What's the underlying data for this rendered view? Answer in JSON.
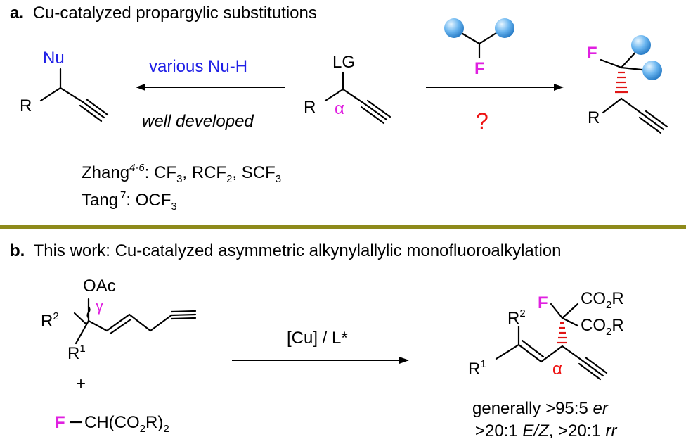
{
  "panel_a": {
    "label": "a.",
    "title": "Cu-catalyzed propargylic substitutions",
    "left_reagent": "various Nu-H",
    "left_condition": "well developed",
    "nu_label": "Nu",
    "r_label": "R",
    "lg_label": "LG",
    "alpha": "α",
    "fluoro_label": "F",
    "question": "?",
    "ref1_name": "Zhang",
    "ref1_sup": "4-6",
    "ref1_text": ": CF",
    "ref1_sub1": "3",
    "ref1_text2": ", RCF",
    "ref1_sub2": "2",
    "ref1_text3": ", SCF",
    "ref1_sub3": "3",
    "ref2_name": "Tang",
    "ref2_sup": "7",
    "ref2_text": ": OCF",
    "ref2_sub": "3"
  },
  "panel_b": {
    "label": "b.",
    "title": "This work: Cu-catalyzed asymmetric alkynylallylic monofluoroalkylation",
    "oac": "OAc",
    "gamma": "γ",
    "r2": "R",
    "r2_sup": "2",
    "r1": "R",
    "r1_sup": "1",
    "plus": "+",
    "reagent_f": "F",
    "reagent_text": "CH(CO",
    "reagent_sub": "2",
    "reagent_tail": "R)",
    "reagent_sub2": "2",
    "conditions": "[Cu] / L*",
    "co2r_a": "CO",
    "co2r_a_sub": "2",
    "co2r_a_tail": "R",
    "co2r_b": "CO",
    "co2r_b_sub": "2",
    "co2r_b_tail": "R",
    "prod_f": "F",
    "alpha": "α",
    "sel1_pre": "generally >95:5 ",
    "sel1_em": "er",
    "sel2_pre": ">20:1 ",
    "sel2_em1": "E/Z",
    "sel2_mid": ", >20:1 ",
    "sel2_em2": "rr"
  },
  "colors": {
    "divider": "#8e8a1b",
    "nu_blue": "#2020e6",
    "magenta": "#e020e0",
    "red": "#ee1111",
    "sphere": "#6bb6f0"
  }
}
